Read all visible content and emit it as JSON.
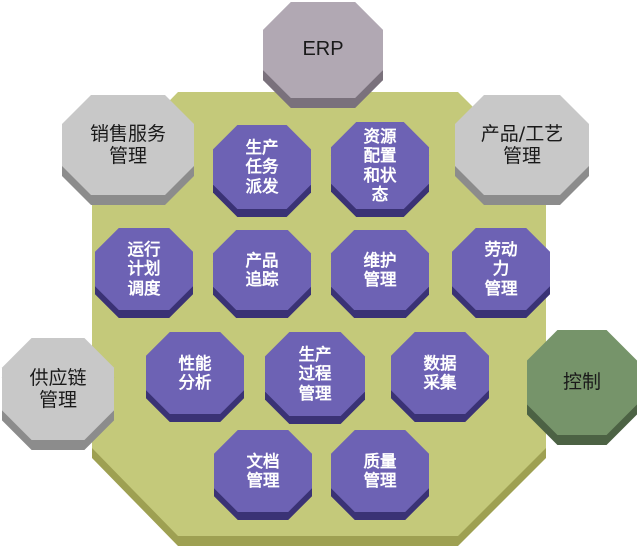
{
  "outer_modules": {
    "erp": "ERP",
    "sales_service": "销售服务\n管理",
    "product_process": "产品/工艺\n管理",
    "supply_chain": "供应链\n管理",
    "control": "控制"
  },
  "inner_modules": {
    "production_dispatch": "生产\n任务\n派发",
    "resource_config": "资源\n配置\n和状\n态",
    "run_scheduling": "运行\n计划\n调度",
    "product_tracking": "产品\n追踪",
    "maintenance_mgmt": "维护\n管理",
    "labor_mgmt": "劳动\n力\n管理",
    "performance_analysis": "性能\n分析",
    "production_process_mgmt": "生产\n过程\n管理",
    "data_collection": "数据\n采集",
    "document_mgmt": "文档\n管理",
    "quality_mgmt": "质量\n管理"
  },
  "colors": {
    "center_face": "#c4c97a",
    "center_side": "#9ea052",
    "inner_face": "#6d62b4",
    "inner_side": "#3a3275",
    "outer_gray_face": "#c8c8c8",
    "outer_gray_side": "#8c8c8c",
    "erp_face": "#b1a8b3",
    "erp_side": "#7a717c",
    "control_face": "#76946a",
    "control_side": "#4c6244"
  }
}
